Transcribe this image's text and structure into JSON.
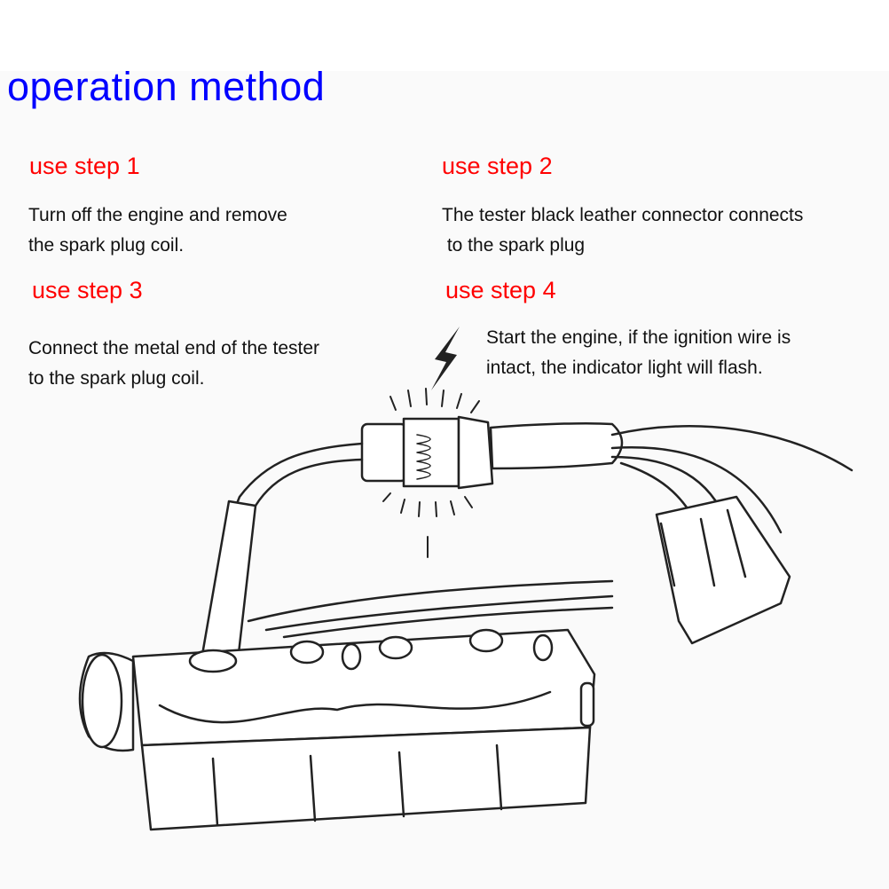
{
  "title": "operation method",
  "steps": [
    {
      "label": "use step 1",
      "lines": [
        "Turn off the engine and remove",
        "the spark plug coil."
      ]
    },
    {
      "label": "use step 2",
      "lines": [
        "The tester black leather connector connects",
        " to the spark plug"
      ]
    },
    {
      "label": "use step 3",
      "lines": [
        "Connect the metal end of the tester",
        "to the spark plug coil."
      ]
    },
    {
      "label": "use step 4",
      "lines": [
        "Start the engine, if the ignition wire is",
        "intact, the indicator light will flash."
      ]
    }
  ],
  "colors": {
    "title": "#0000ff",
    "step": "#ff0000",
    "text": "#111111"
  }
}
